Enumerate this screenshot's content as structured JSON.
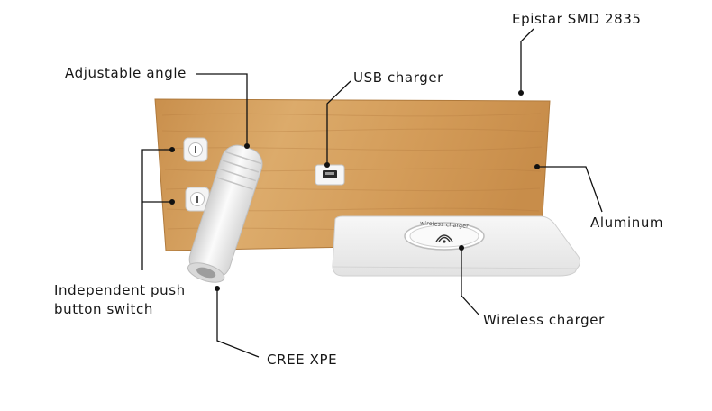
{
  "callouts": {
    "epistar": "Epistar SMD 2835",
    "adjustable_angle": "Adjustable angle",
    "usb_charger": "USB charger",
    "aluminum": "Aluminum",
    "independent_switch_line1": "Independent push",
    "independent_switch_line2": "button switch",
    "wireless_charger": "Wireless charger",
    "cree": "CREE XPE"
  },
  "wireless_pad_text": "wireless charger",
  "colors": {
    "wood_light": "#d9a866",
    "wood_dark": "#b57a3a",
    "fixture_white": "#f2f2f2",
    "line": "#111111"
  }
}
